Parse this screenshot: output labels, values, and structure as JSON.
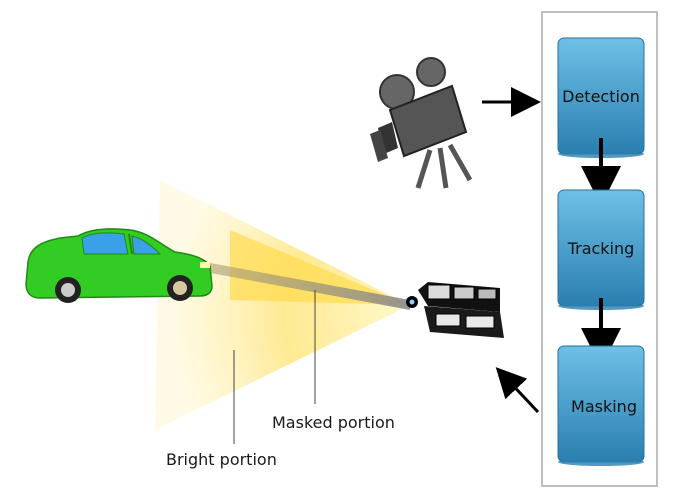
{
  "pipeline": {
    "steps": [
      {
        "label": "Detection"
      },
      {
        "label": "Tracking"
      },
      {
        "label": "Masking"
      }
    ]
  },
  "labels": {
    "masked": "Masked portion",
    "bright": "Bright portion"
  },
  "colors": {
    "box_fill_top": "#5fb0d8",
    "box_fill_bottom": "#2a7fb0",
    "car": "#33cc22",
    "beam": "#ffe27a",
    "panel_border": "#aaaaaa"
  },
  "icons": [
    "video-camera-icon",
    "car-icon",
    "headlight-unit-icon"
  ]
}
